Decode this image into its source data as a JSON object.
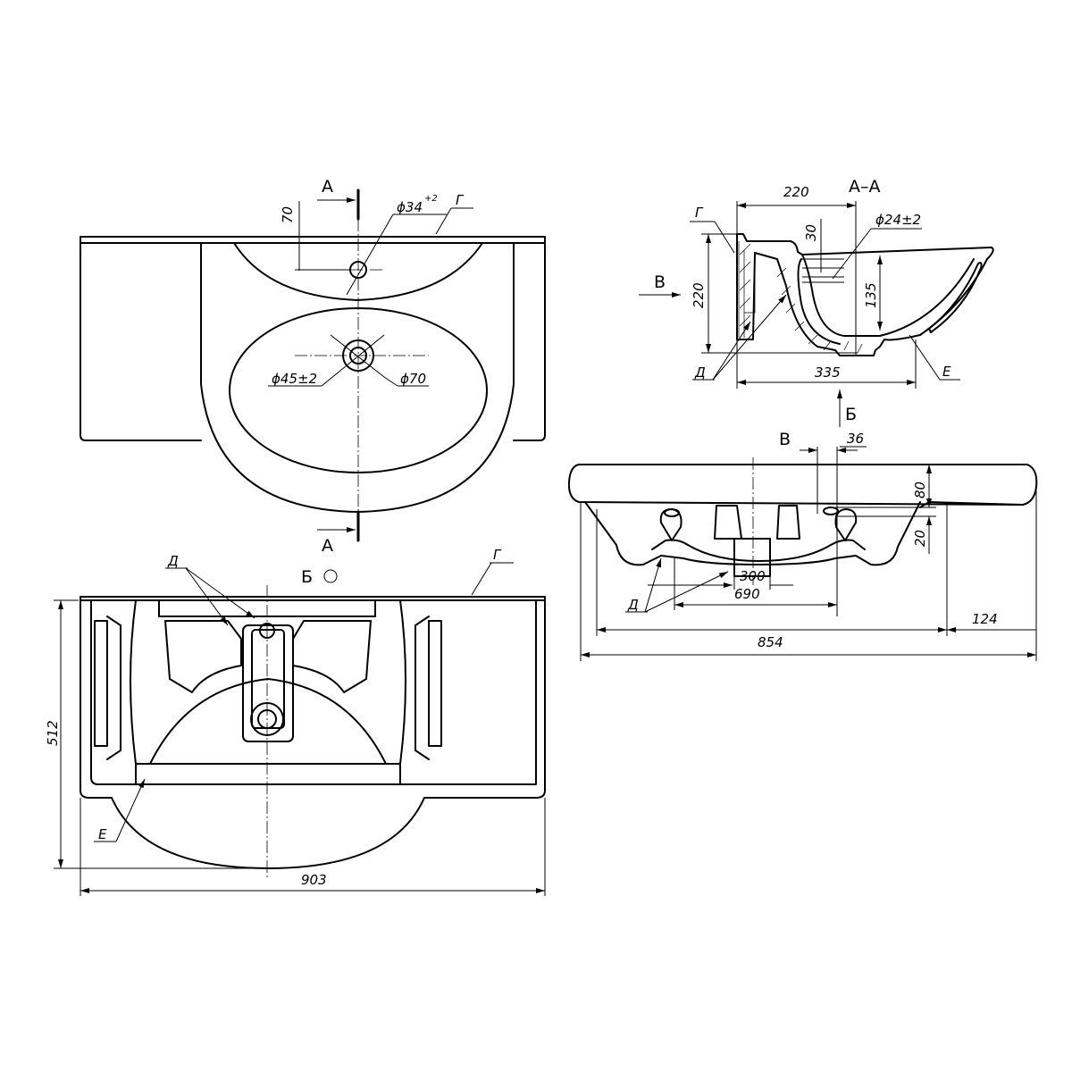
{
  "title": "Washbasin technical drawing",
  "top_view": {
    "section_label_top": "А",
    "section_label_bottom": "А",
    "dim_70": "70",
    "dim_faucet_hole": "ϕ34",
    "dim_faucet_tol": "+2",
    "callout_g": "Г",
    "dim_drain": "ϕ45±2",
    "dim_drain_outer": "ϕ70"
  },
  "bottom_view": {
    "view_label": "Б",
    "callout_d": "Д",
    "callout_g": "Г",
    "callout_e": "Е",
    "dim_height": "512",
    "dim_width": "903"
  },
  "section_aa": {
    "title": "А–А",
    "dim_top": "220",
    "dim_height": "220",
    "dim_30": "30",
    "dim_hole": "ϕ24±2",
    "dim_135": "135",
    "dim_335": "335",
    "callout_g": "Г",
    "callout_d": "Д",
    "callout_e": "Е",
    "arrow_b": "Б",
    "arrow_v": "В"
  },
  "front_view": {
    "view_label": "В",
    "dim_36": "36",
    "dim_80": "80",
    "dim_20": "20",
    "dim_300": "300",
    "dim_690": "690",
    "dim_854": "854",
    "dim_124": "124",
    "callout_d": "Д"
  }
}
